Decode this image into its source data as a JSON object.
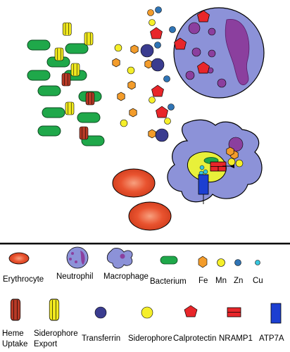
{
  "colors": {
    "erythrocyte": "#e8502f",
    "neutrophil": "#8c92d8",
    "neutrophil_nucleus": "#8b3f9e",
    "macrophage": "#8c92d8",
    "bacterium": "#1fa84a",
    "fe": "#f39c2b",
    "mn": "#f5ef2a",
    "zn": "#2f74b5",
    "cu": "#37c7de",
    "heme_uptake": "#b83a26",
    "siderophore_export": "#f2ea1f",
    "transferrin": "#3a3c8f",
    "siderophore": "#f5ef2a",
    "calprotectin": "#e8262a",
    "nramp1": "#e8262a",
    "atp7a": "#1c3fd1"
  },
  "legend": {
    "erythrocyte": "Erythrocyte",
    "neutrophil": "Neutrophil",
    "macrophage": "Macrophage",
    "bacterium": "Bacterium",
    "fe": "Fe",
    "mn": "Mn",
    "zn": "Zn",
    "cu": "Cu",
    "heme_uptake_line1": "Heme",
    "heme_uptake_line2": "Uptake",
    "siderophore_export_line1": "Siderophore",
    "siderophore_export_line2": "Export",
    "transferrin": "Transferrin",
    "siderophore": "Siderophore",
    "calprotectin": "Calprotectin",
    "nramp1": "NRAMP1",
    "atp7a": "ATP7A"
  }
}
